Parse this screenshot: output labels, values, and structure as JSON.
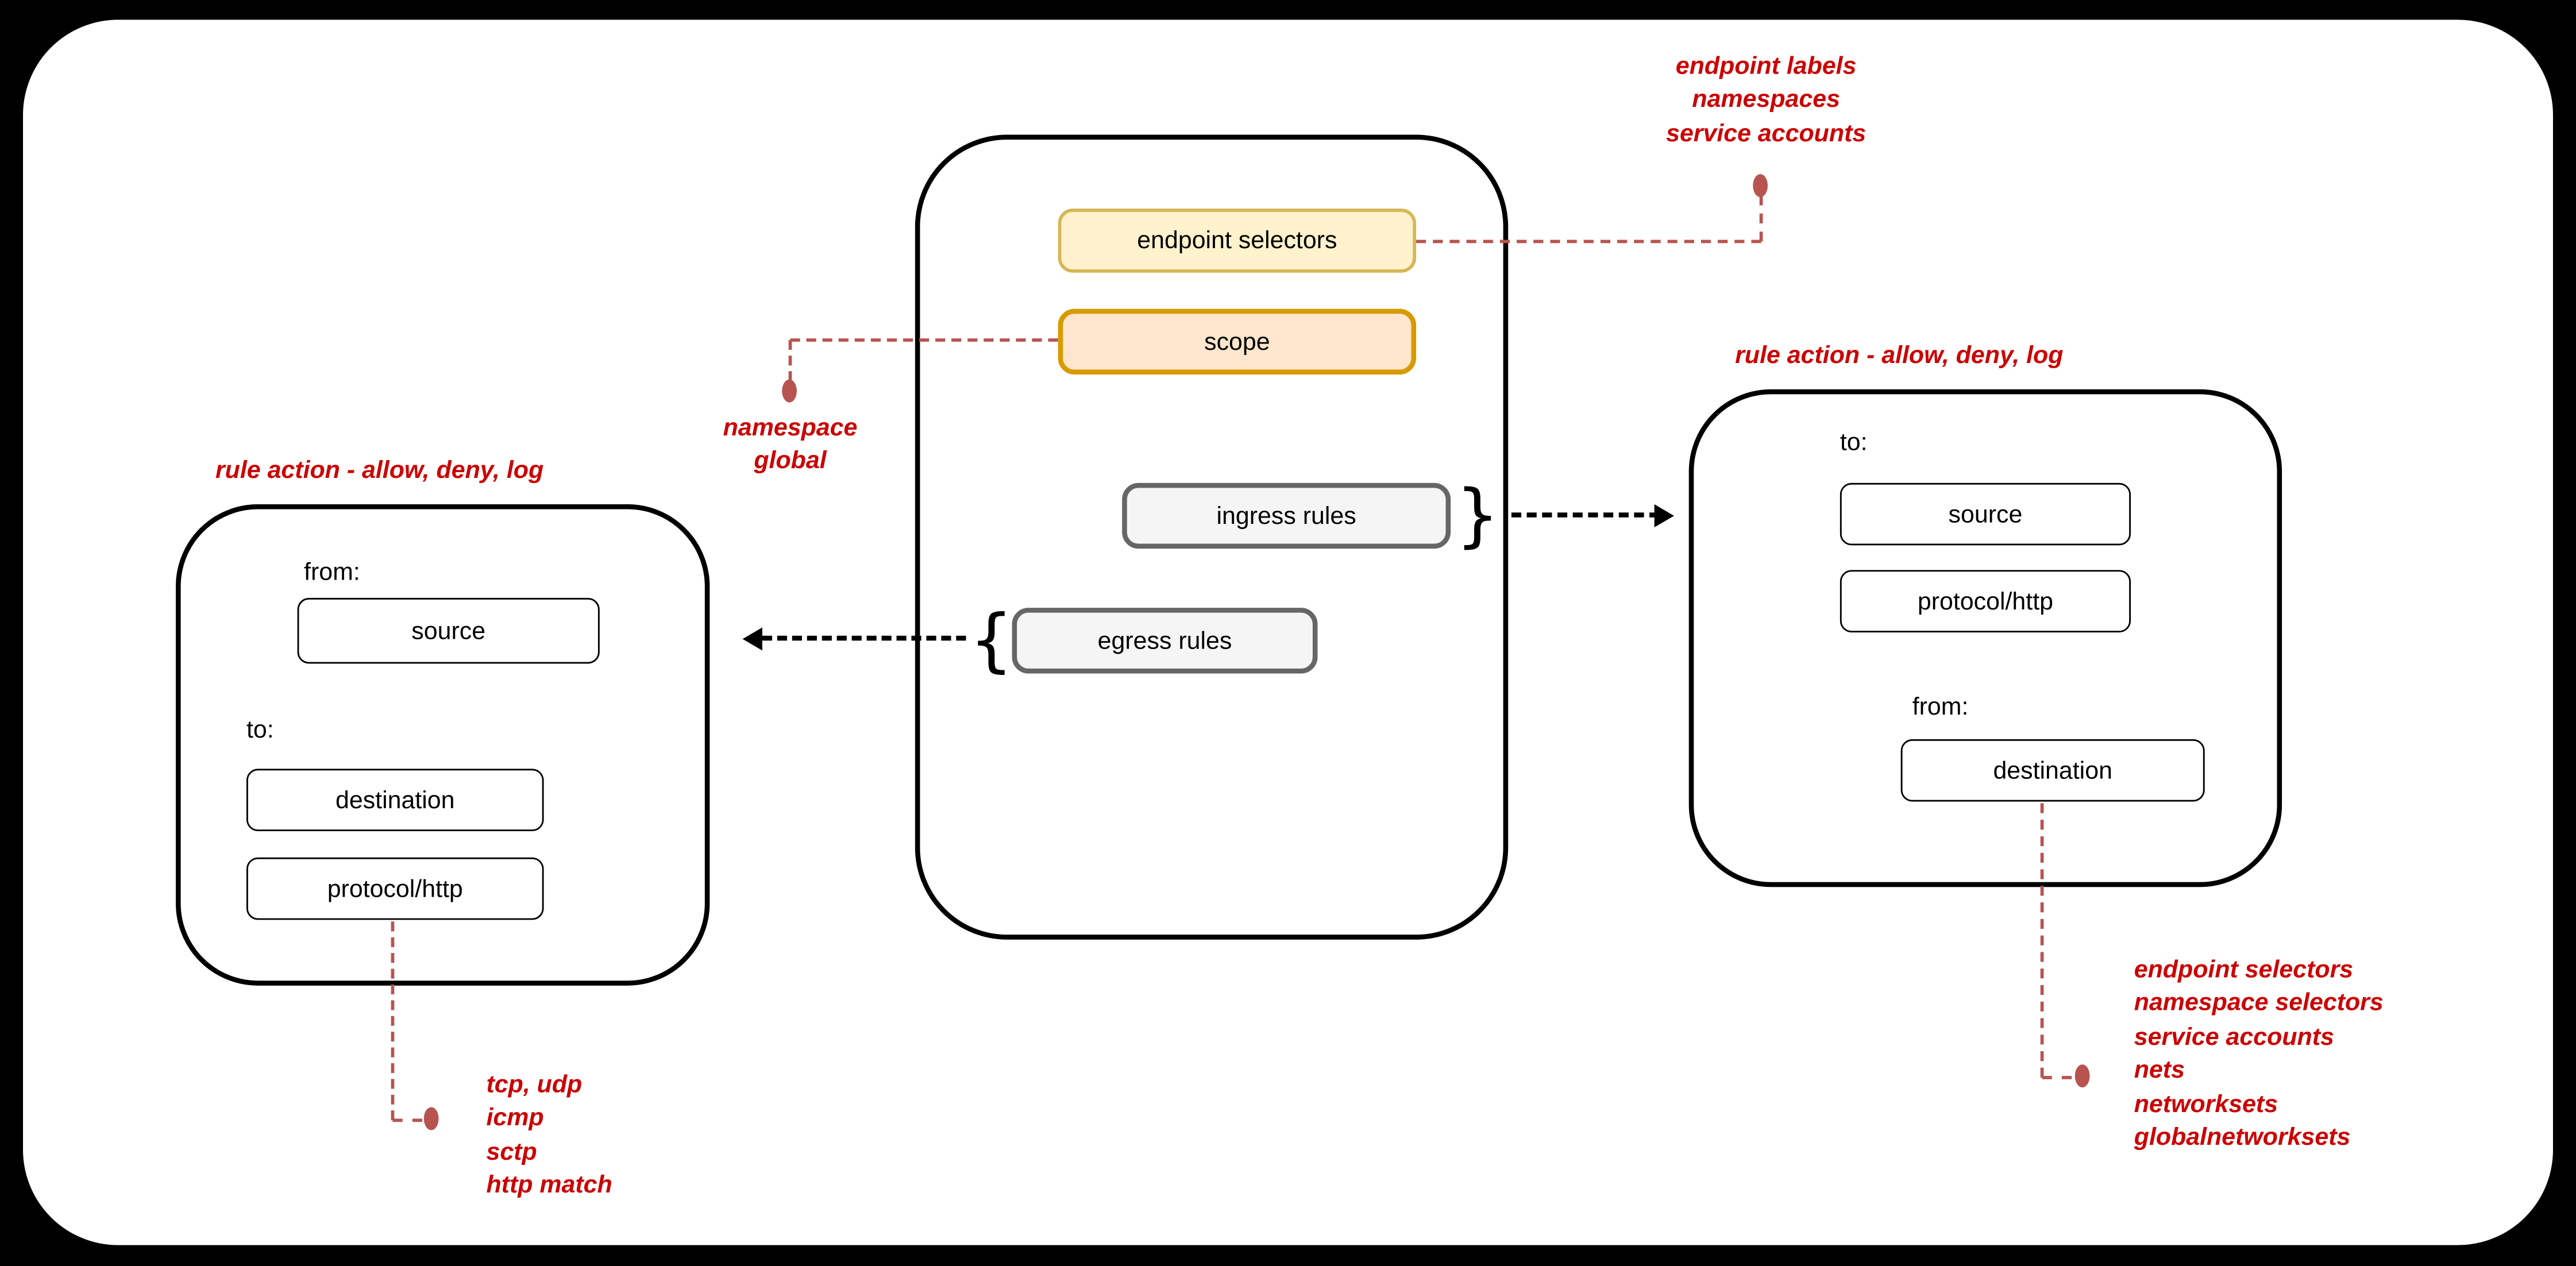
{
  "diagram": {
    "center_policy": {
      "endpoint_selectors": "endpoint selectors",
      "scope": "scope",
      "ingress_rules": "ingress rules",
      "egress_rules": "egress rules"
    },
    "left_rule_panel": {
      "title": "rule action - allow, deny, log",
      "from_label": "from:",
      "source": "source",
      "to_label": "to:",
      "destination": "destination",
      "protocol": "protocol/http"
    },
    "right_rule_panel": {
      "title": "rule action - allow, deny, log",
      "to_label": "to:",
      "source": "source",
      "protocol": "protocol/http",
      "from_label": "from:",
      "destination": "destination"
    },
    "notes": {
      "endpoint_note": {
        "lines": [
          "endpoint labels",
          "namespaces",
          "service accounts"
        ]
      },
      "scope_note": {
        "lines": [
          "namespace",
          "global"
        ]
      },
      "protocol_note": {
        "lines": [
          "tcp, udp",
          "icmp",
          "sctp",
          "http match"
        ]
      },
      "destination_note": {
        "lines": [
          "endpoint selectors",
          "namespace selectors",
          "service accounts",
          "nets",
          "networksets",
          "globalnetworksets"
        ]
      }
    },
    "glyphs": {
      "brace_close": "}",
      "brace_open": "{"
    },
    "colors": {
      "annotation_red": "#CC0000",
      "connector_red": "#B85450",
      "yellow_fill": "#FFF2CC",
      "yellow_stroke": "#D6B656",
      "orange_fill": "#FFE6CC",
      "orange_stroke": "#D79B00",
      "gray_fill": "#F5F5F5",
      "gray_stroke": "#666666",
      "container_stroke": "#000000",
      "canvas_bg": "#FFFFFF",
      "page_bg": "#000000"
    }
  }
}
